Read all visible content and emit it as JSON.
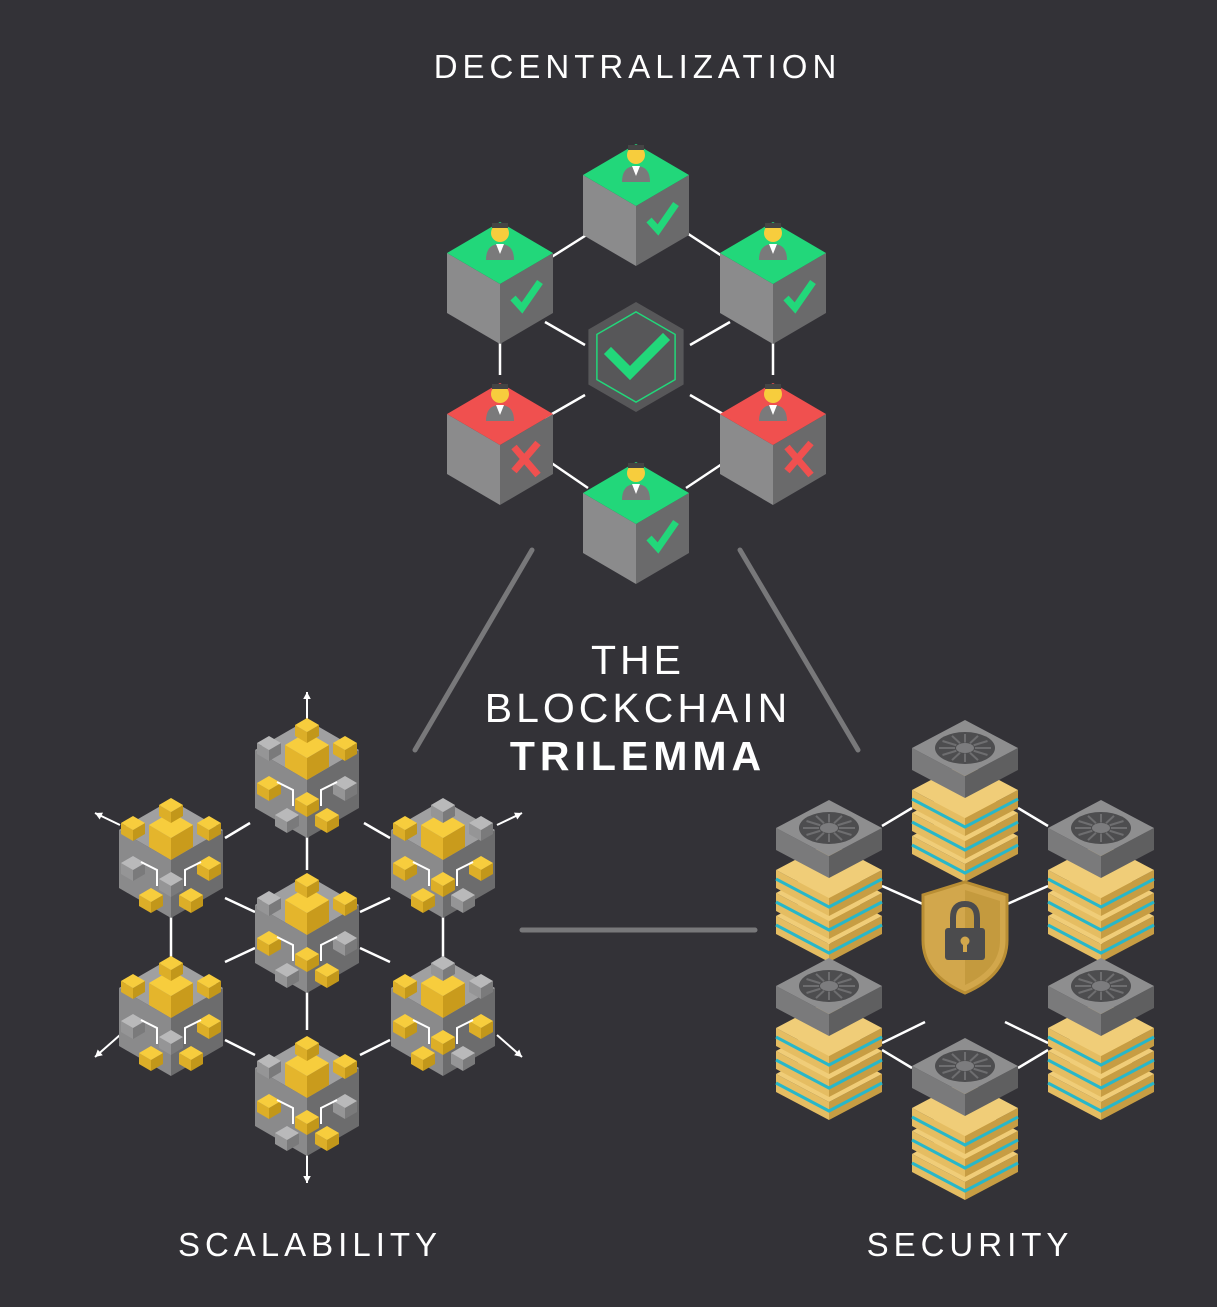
{
  "labels": {
    "decentralization": "DECENTRALIZATION",
    "scalability": "SCALABILITY",
    "security": "SECURITY"
  },
  "title": {
    "line1": "THE",
    "line2": "BLOCKCHAIN",
    "line3": "TRILEMMA"
  },
  "colors": {
    "background": "#333237",
    "cube_gray_light": "#8d8d8e",
    "cube_gray_dark": "#6d6d6e",
    "approve_green": "#22d77a",
    "reject_red": "#f0504f",
    "scalable_yellow": "#f7cd3d",
    "server_gold": "#e5bd62",
    "server_stripe": "#28b7c9",
    "shield_gold": "#d2a74c",
    "connector": "#ffffff",
    "triangle_edge": "#78787a"
  },
  "decentralization_nodes": [
    {
      "position": "top",
      "status": "approved"
    },
    {
      "position": "upper-left",
      "status": "approved"
    },
    {
      "position": "upper-right",
      "status": "approved"
    },
    {
      "position": "lower-left",
      "status": "rejected"
    },
    {
      "position": "lower-right",
      "status": "rejected"
    },
    {
      "position": "bottom",
      "status": "approved"
    }
  ],
  "icons": {
    "center_top": "checkmark-hexagon-icon",
    "center_right": "padlock-shield-icon",
    "node_approved": "checkmark-icon",
    "node_rejected": "cross-icon",
    "node_person": "person-icon",
    "server": "server-stack-icon",
    "scale_arrow": "arrow-icon"
  }
}
